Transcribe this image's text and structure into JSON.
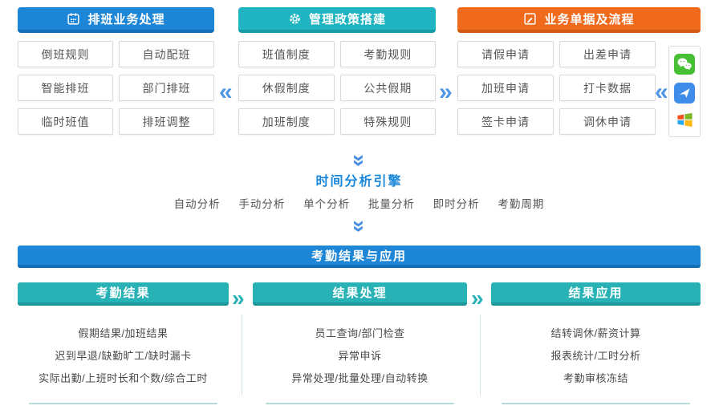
{
  "diagram": {
    "top_panels": [
      {
        "title": "排班业务处理",
        "items": [
          "倒班规则",
          "自动配班",
          "智能排班",
          "部门排班",
          "临时班值",
          "排班调整"
        ]
      },
      {
        "title": "管理政策搭建",
        "items": [
          "班值制度",
          "考勤规则",
          "休假制度",
          "公共假期",
          "加班制度",
          "特殊规则"
        ]
      },
      {
        "title": "业务单据及流程",
        "items": [
          "请假申请",
          "出差申请",
          "加班申请",
          "打卡数据",
          "签卡申请",
          "调休申请"
        ]
      }
    ],
    "connectors": {
      "left": "«",
      "right": "»",
      "down": "»"
    },
    "engine": {
      "title": "时间分析引擎",
      "modes": [
        "自动分析",
        "手动分析",
        "单个分析",
        "批量分析",
        "即时分析",
        "考勤周期"
      ]
    },
    "banner": {
      "title": "考勤结果与应用"
    },
    "result_columns": [
      {
        "title": "考勤结果",
        "items": [
          "假期结果/加班结果",
          "迟到早退/缺勤旷工/缺时漏卡",
          "实际出勤/上班时长和个数/综合工时"
        ]
      },
      {
        "title": "结果处理",
        "items": [
          "员工查询/部门检查",
          "异常申诉",
          "异常处理/批量处理/自动转换"
        ]
      },
      {
        "title": "结果应用",
        "items": [
          "结转调休/薪资计算",
          "报表统计/工时分析",
          "考勤审核冻结"
        ]
      }
    ],
    "app_icons": [
      {
        "name": "wechat",
        "color": "#47c035"
      },
      {
        "name": "message-app",
        "color": "#3f8cea"
      },
      {
        "name": "windows",
        "colors": [
          "#f2501f",
          "#7eba28",
          "#28a8ea",
          "#fdb813"
        ]
      }
    ],
    "colors": {
      "header_blue": "#1e86d6",
      "header_teal": "#1fb4c0",
      "header_orange": "#f06a1e",
      "result_teal": "#29b2b6",
      "chevron_blue": "#4f96e3",
      "engine_title_blue": "#1886d9"
    }
  }
}
